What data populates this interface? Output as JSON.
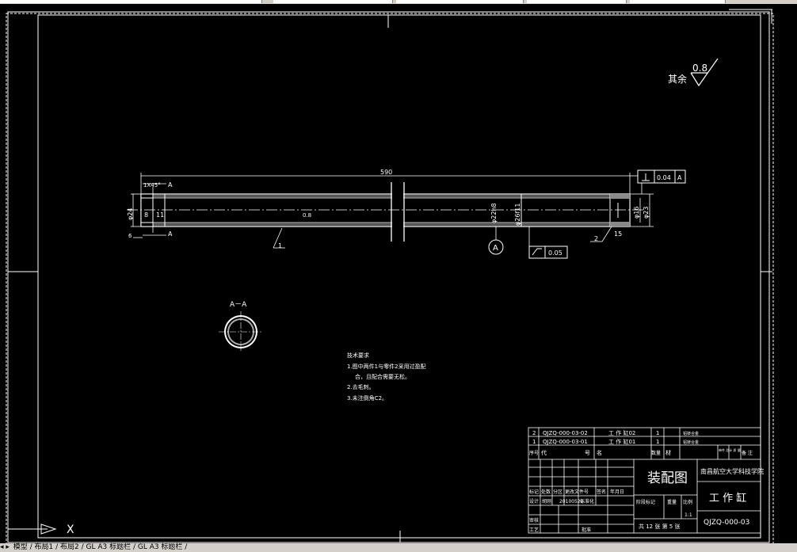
{
  "window": {
    "tabs_text": "模型 / 布局1 / 布局2 / GL A3 标题栏 / GL A3 标题栏 /"
  },
  "drawing": {
    "roughness_other": "其余",
    "roughness_value": "0.8",
    "dim_length": "590",
    "chamfer": "1X45°",
    "section_label_a_top": "A",
    "section_label_a_bottom": "A",
    "dim_d24": "φ24",
    "dim_d16": "φ16",
    "dim_d23": "φ23",
    "dim_d22": "φ22h8",
    "dim_d26": "φ26f11",
    "dim_8": "8",
    "dim_11": "11",
    "dim_15": "15",
    "dim_6": "6",
    "rough_mid": "0.8",
    "leader_1": "1",
    "leader_2": "2",
    "perp_tol": "0.04",
    "perp_ref": "A",
    "datum": "A",
    "circ_tol": "0.05",
    "section_view": "A－A"
  },
  "tech_req": {
    "title": "技术要求",
    "lines": [
      "1.图中两件1与零件2采用过盈配",
      "合，且配合需要无松。",
      "2.去毛刺。",
      "3.未注倒角C2。"
    ]
  },
  "parts": [
    {
      "no": "2",
      "code": "QJZQ-000-03-02",
      "name": "工 作 缸02",
      "qty": "1",
      "material": "铝镁合金"
    },
    {
      "no": "1",
      "code": "QJZQ-000-03-01",
      "name": "工 作 缸01",
      "qty": "1",
      "material": "铝镁合金"
    }
  ],
  "parts_header": {
    "no": "序号",
    "code": "代",
    "code2": "号",
    "name": "名",
    "qty": "数量",
    "material": "材",
    "mass": "单件 总计 质 量",
    "remark": "备 注"
  },
  "title_block": {
    "drawing_type": "装配图",
    "school": "南昌航空大学科技学院",
    "part_name": "工 作 缸",
    "drawing_no": "QJZQ-000-03",
    "row_labels": [
      "标记",
      "处数",
      "分区",
      "更改文件号",
      "签名",
      "年月日"
    ],
    "design": "设计",
    "designer": "胡刚",
    "date": "20100522",
    "std": "标准化",
    "check": "审核",
    "craft": "工艺",
    "approve": "批准",
    "stage": "阶段标记",
    "weight": "重量",
    "scale": "比例",
    "scale_value": "1:1",
    "sheets": "共 12 张  第 5 张"
  },
  "ucs": {
    "axis": "X"
  }
}
